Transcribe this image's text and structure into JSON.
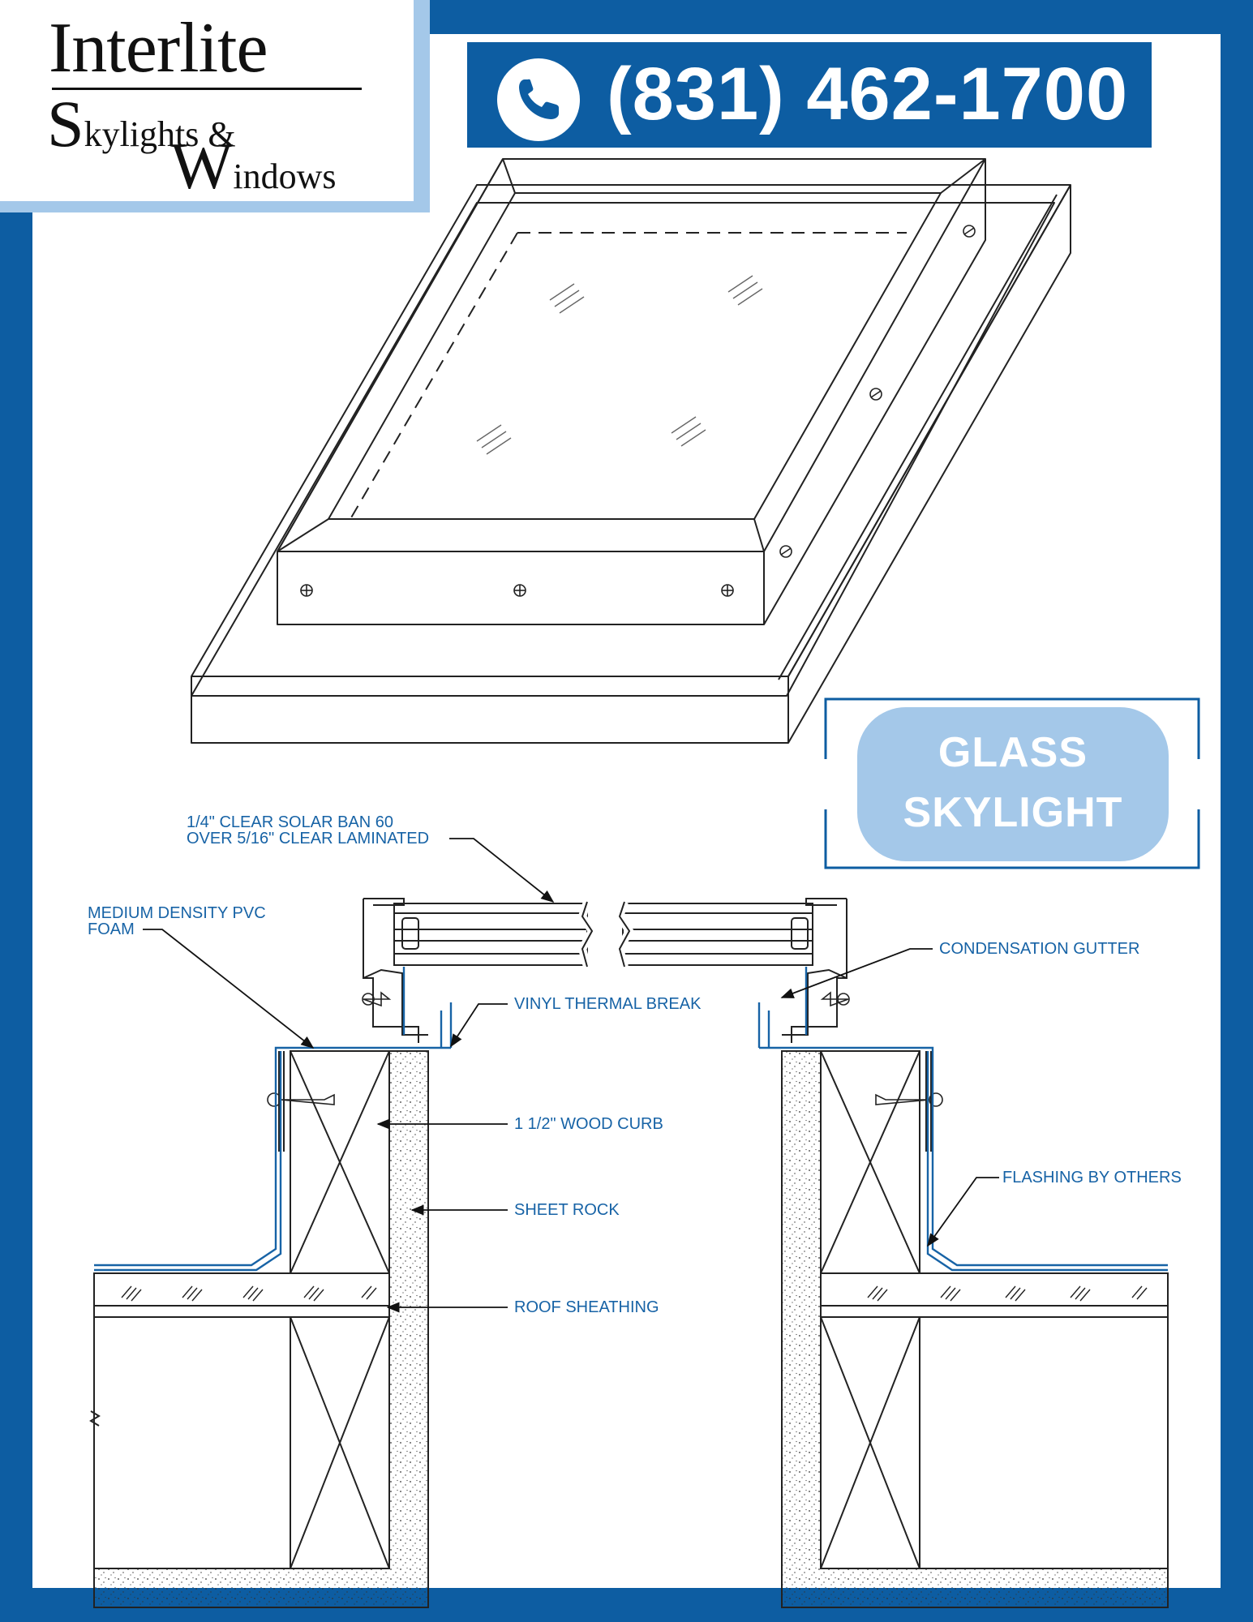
{
  "brand": {
    "name": "Interlite",
    "subtitle_line1_cap": "S",
    "subtitle_line1_rest": "kylights &",
    "subtitle_line2_cap": "W",
    "subtitle_line2_rest": "indows"
  },
  "contact": {
    "phone": "(831) 462-1700",
    "icon": "phone-icon"
  },
  "badge": {
    "line1": "GLASS",
    "line2": "SKYLIGHT"
  },
  "callouts": {
    "glazing_line1": "1/4\" CLEAR SOLAR BAN 60",
    "glazing_line2": "OVER 5/16\" CLEAR LAMINATED",
    "foam_line1": "MEDIUM DENSITY PVC",
    "foam_line2": "FOAM",
    "condensation_gutter": "CONDENSATION GUTTER",
    "vinyl_thermal_break": "VINYL THERMAL BREAK",
    "wood_curb": "1 1/2\" WOOD CURB",
    "flashing": "FLASHING BY OTHERS",
    "sheet_rock": "SHEET ROCK",
    "roof_sheathing": "ROOF SHEATHING"
  },
  "colors": {
    "brand_blue": "#0d5da2",
    "light_blue": "#a4c8e9",
    "callout_blue": "#1763a6",
    "line": "#222222"
  }
}
